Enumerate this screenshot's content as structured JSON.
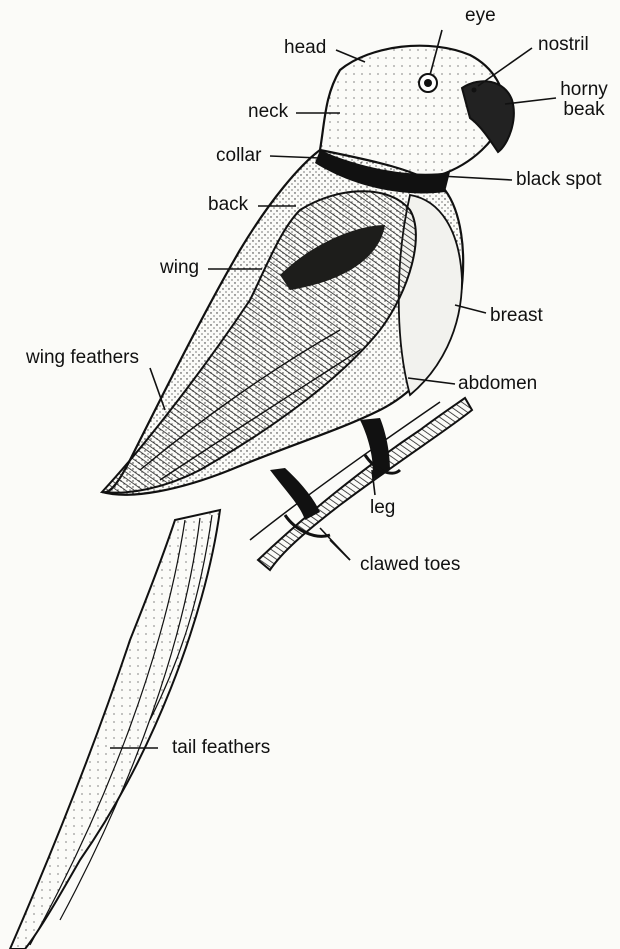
{
  "labels": {
    "eye": "eye",
    "nostril": "nostril",
    "head": "head",
    "horny_beak": [
      "horny",
      "beak"
    ],
    "neck": "neck",
    "collar": "collar",
    "black_spot": "black spot",
    "back": "back",
    "wing": "wing",
    "breast": "breast",
    "wing_feathers": "wing feathers",
    "abdomen": "abdomen",
    "leg": "leg",
    "clawed_toes": "clawed toes",
    "tail_feathers": "tail feathers"
  },
  "colors": {
    "ink": "#111111",
    "paper": "#fbfbf8",
    "head_shade": "#c9c9c4",
    "body_shade": "#6f6f6a",
    "wing_shade": "#3a3a36",
    "breast_shade": "#e9e9e4"
  }
}
